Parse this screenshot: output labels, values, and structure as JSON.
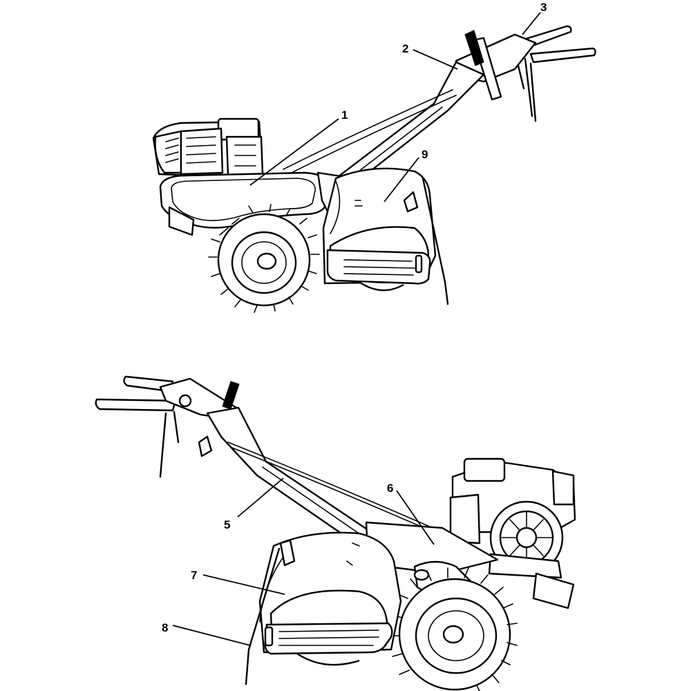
{
  "figure": {
    "callouts": [
      "1",
      "2",
      "3",
      "5",
      "6",
      "7",
      "8",
      "9"
    ]
  }
}
